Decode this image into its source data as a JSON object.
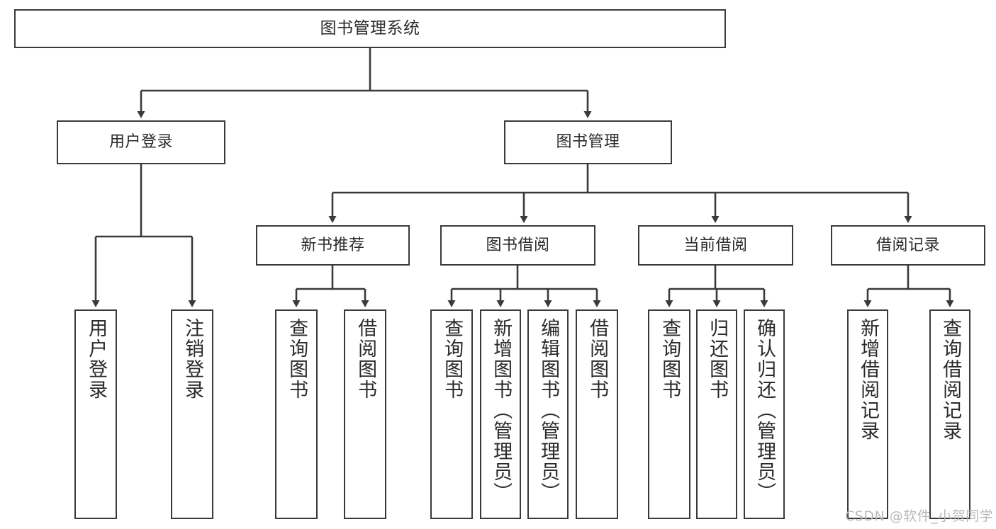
{
  "diagram": {
    "title": "图书管理系统",
    "watermark": "CSDN @软件_小贺同学",
    "stroke_color": "#3a3a3a",
    "background_color": "#ffffff",
    "text_color": "#2b2b2b"
  },
  "nodes": {
    "root": {
      "label": "图书管理系统"
    },
    "level2": [
      {
        "label": "用户登录"
      },
      {
        "label": "图书管理"
      }
    ],
    "level3": [
      {
        "label": "新书推荐"
      },
      {
        "label": "图书借阅"
      },
      {
        "label": "当前借阅"
      },
      {
        "label": "借阅记录"
      }
    ],
    "leaves_user_login": [
      {
        "label": "用户登录"
      },
      {
        "label": "注销登录"
      }
    ],
    "leaves_new_book": [
      {
        "label": "查询图书"
      },
      {
        "label": "借阅图书"
      }
    ],
    "leaves_borrow": [
      {
        "label": "查询图书"
      },
      {
        "label": "新增图书（管理员）"
      },
      {
        "label": "编辑图书（管理员）"
      },
      {
        "label": "借阅图书"
      }
    ],
    "leaves_current": [
      {
        "label": "查询图书"
      },
      {
        "label": "归还图书"
      },
      {
        "label": "确认归还（管理员）"
      }
    ],
    "leaves_records": [
      {
        "label": "新增借阅记录"
      },
      {
        "label": "查询借阅记录"
      }
    ]
  }
}
